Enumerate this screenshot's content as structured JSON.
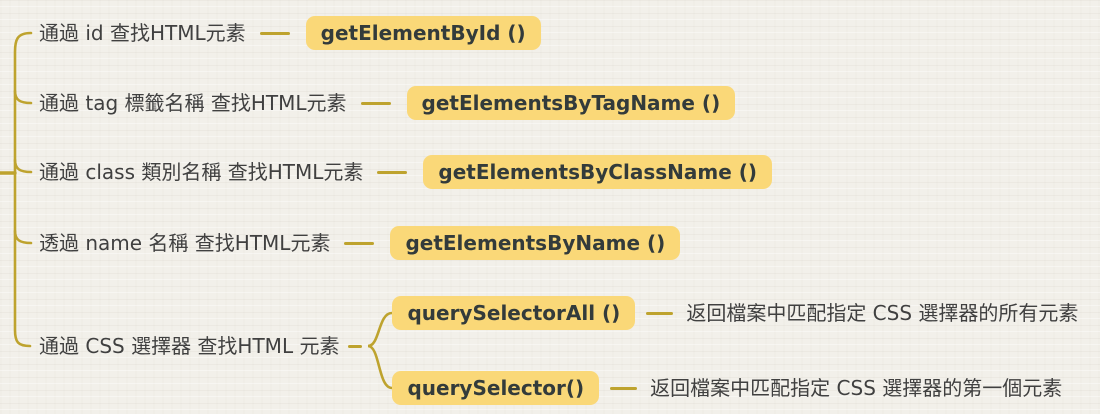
{
  "theme": {
    "canvas_bg": "#F2F0EA",
    "line_color": "#BEA32E",
    "node_bg": "#FAD878",
    "node_text": "#333B3B",
    "label_text": "#404040"
  },
  "mindmap": {
    "branches": [
      {
        "label": "通過 id 查找HTML元素",
        "method": "getElementById ()"
      },
      {
        "label": "通過 tag 標籤名稱 查找HTML元素",
        "method": "getElementsByTagName ()"
      },
      {
        "label": "通過 class 類別名稱 查找HTML元素",
        "method": "getElementsByClassName ()"
      },
      {
        "label": "透過 name 名稱 查找HTML元素",
        "method": "getElementsByName ()"
      },
      {
        "label": "通過 CSS 選擇器 查找HTML 元素",
        "children": [
          {
            "method": "querySelectorAll ()",
            "description": "返回檔案中匹配指定 CSS 選擇器的所有元素"
          },
          {
            "method": "querySelector()",
            "description": "返回檔案中匹配指定 CSS 選擇器的第一個元素"
          }
        ]
      }
    ]
  }
}
